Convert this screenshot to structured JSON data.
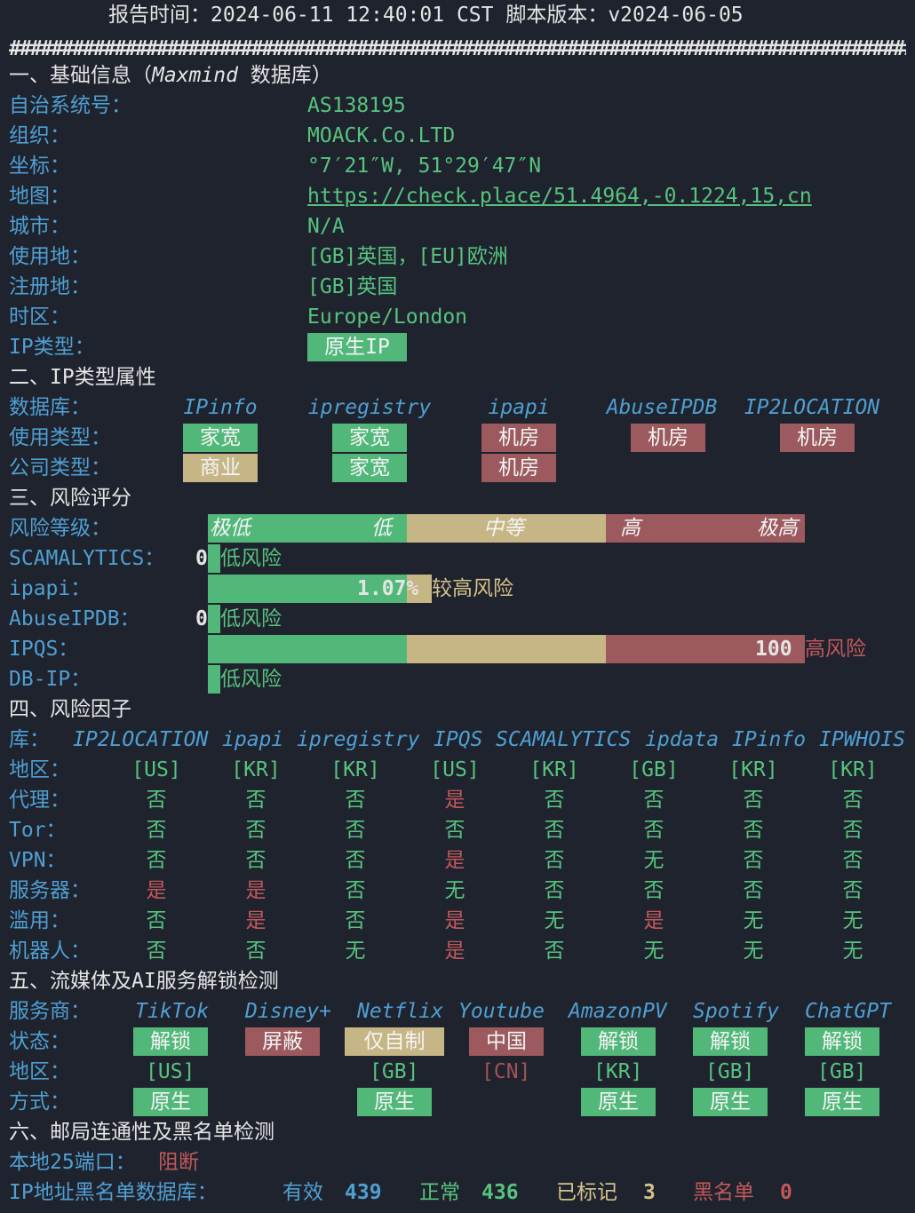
{
  "header": {
    "report_time": "报告时间：2024-06-11 12:40:01 CST  脚本版本：v2024-06-05"
  },
  "separator": "########################################################################################",
  "s1": {
    "title": "一、基础信息（Maxmind 数据库）",
    "title_prefix": "一、基础信息（",
    "title_italic": "Maxmind",
    "title_suffix": " 数据库）",
    "rows": [
      {
        "label": "自治系统号：",
        "value": "AS138195"
      },
      {
        "label": "组织：",
        "value": "MOACK.Co.LTD"
      },
      {
        "label": "坐标：",
        "value": "°7′21″W, 51°29′47″N"
      },
      {
        "label": "地图：",
        "value": "https://check.place/51.4964,-0.1224,15,cn"
      },
      {
        "label": "城市：",
        "value": "N/A"
      },
      {
        "label": "使用地：",
        "value": "[GB]英国，[EU]欧洲"
      },
      {
        "label": "注册地：",
        "value": "[GB]英国"
      },
      {
        "label": "时区：",
        "value": "Europe/London"
      },
      {
        "label": "IP类型：",
        "value": "原生IP"
      }
    ]
  },
  "s2": {
    "title": "二、IP类型属性",
    "db_label": "数据库：",
    "dbs": [
      "IPinfo",
      "ipregistry",
      "ipapi",
      "AbuseIPDB",
      "IP2LOCATION"
    ],
    "usage_label": "使用类型：",
    "usage": [
      "家宽",
      "家宽",
      "机房",
      "机房",
      "机房"
    ],
    "company_label": "公司类型：",
    "company": [
      "商业",
      "家宽",
      "机房"
    ]
  },
  "s3": {
    "title": "三、风险评分",
    "level_label": "风险等级：",
    "levels": [
      "极低",
      "低",
      "中等",
      "高",
      "极高"
    ],
    "rows": [
      {
        "label": "SCAMALYTICS：",
        "score": "0",
        "text": "低风险",
        "value": 0
      },
      {
        "label": "ipapi：",
        "score": "1.07%",
        "text": "较高风险",
        "value": 1.07
      },
      {
        "label": "AbuseIPDB：",
        "score": "0",
        "text": "低风险",
        "value": 0
      },
      {
        "label": "IPQS：",
        "score": "100",
        "text": "高风险",
        "value": 100
      },
      {
        "label": "DB-IP：",
        "score": "",
        "text": "低风险",
        "value": 0
      }
    ]
  },
  "s4": {
    "title": "四、风险因子",
    "lib_label": "库：",
    "dbs": [
      "IP2LOCATION",
      "ipapi",
      "ipregistry",
      "IPQS",
      "SCAMALYTICS",
      "ipdata",
      "IPinfo",
      "IPWHOIS"
    ],
    "rows": [
      {
        "label": "地区：",
        "vals": [
          "[US]",
          "[KR]",
          "[KR]",
          "[US]",
          "[KR]",
          "[GB]",
          "[KR]",
          "[KR]"
        ]
      },
      {
        "label": "代理：",
        "vals": [
          "否",
          "否",
          "否",
          "是",
          "否",
          "否",
          "否",
          "否"
        ]
      },
      {
        "label": "Tor：",
        "vals": [
          "否",
          "否",
          "否",
          "否",
          "否",
          "否",
          "否",
          "否"
        ]
      },
      {
        "label": "VPN：",
        "vals": [
          "否",
          "否",
          "否",
          "是",
          "否",
          "无",
          "否",
          "否"
        ]
      },
      {
        "label": "服务器：",
        "vals": [
          "是",
          "是",
          "否",
          "无",
          "否",
          "否",
          "否",
          "否"
        ]
      },
      {
        "label": "滥用：",
        "vals": [
          "否",
          "是",
          "否",
          "是",
          "无",
          "是",
          "无",
          "无"
        ]
      },
      {
        "label": "机器人：",
        "vals": [
          "否",
          "否",
          "无",
          "是",
          "否",
          "无",
          "无",
          "无"
        ]
      }
    ]
  },
  "s5": {
    "title": "五、流媒体及AI服务解锁检测",
    "provider_label": "服务商：",
    "services": [
      "TikTok",
      "Disney+",
      "Netflix",
      "Youtube",
      "AmazonPV",
      "Spotify",
      "ChatGPT"
    ],
    "status_label": "状态：",
    "status": [
      "解锁",
      "屏蔽",
      "仅自制",
      "中国",
      "解锁",
      "解锁",
      "解锁"
    ],
    "region_label": "地区：",
    "region": [
      "[US]",
      "",
      "[GB]",
      "[CN]",
      "[KR]",
      "[GB]",
      "[GB]"
    ],
    "method_label": "方式：",
    "method": [
      "原生",
      "",
      "原生",
      "",
      "原生",
      "原生",
      "原生"
    ]
  },
  "s6": {
    "title": "六、邮局连通性及黑名单检测",
    "port_label": "本地25端口：",
    "port_value": "阻断",
    "bl_label": "IP地址黑名单数据库：",
    "valid_label": "有效",
    "valid_value": "439",
    "normal_label": "正常",
    "normal_value": "436",
    "marked_label": "已标记",
    "marked_value": "3",
    "black_label": "黑名单",
    "black_value": "0"
  },
  "colors": {
    "background": "#1f232d",
    "green": "#57c37f",
    "blue": "#4f9fd3",
    "red": "#c0585c",
    "yellow": "#d5c28b"
  }
}
